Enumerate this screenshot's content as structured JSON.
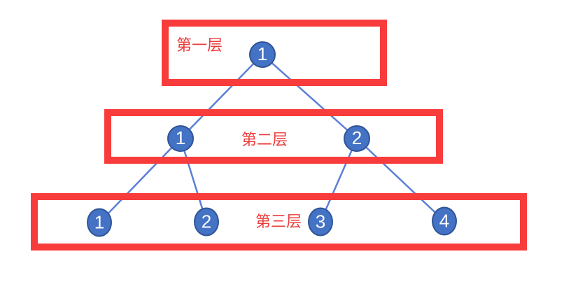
{
  "colors": {
    "highlight": "#f83c3c",
    "label": "#ed3b3b",
    "node_fill": "#4472c4",
    "node_stroke": "#2f5597",
    "node_text": "#ffffff",
    "edge": "#5b7fd6"
  },
  "tree": {
    "type": "binary-tree-levels",
    "layers": [
      {
        "label": "第一层",
        "nodes": [
          {
            "value": "1"
          }
        ]
      },
      {
        "label": "第二层",
        "nodes": [
          {
            "value": "1"
          },
          {
            "value": "2"
          }
        ]
      },
      {
        "label": "第三层",
        "nodes": [
          {
            "value": "1"
          },
          {
            "value": "2"
          },
          {
            "value": "3"
          },
          {
            "value": "4"
          }
        ]
      }
    ]
  }
}
